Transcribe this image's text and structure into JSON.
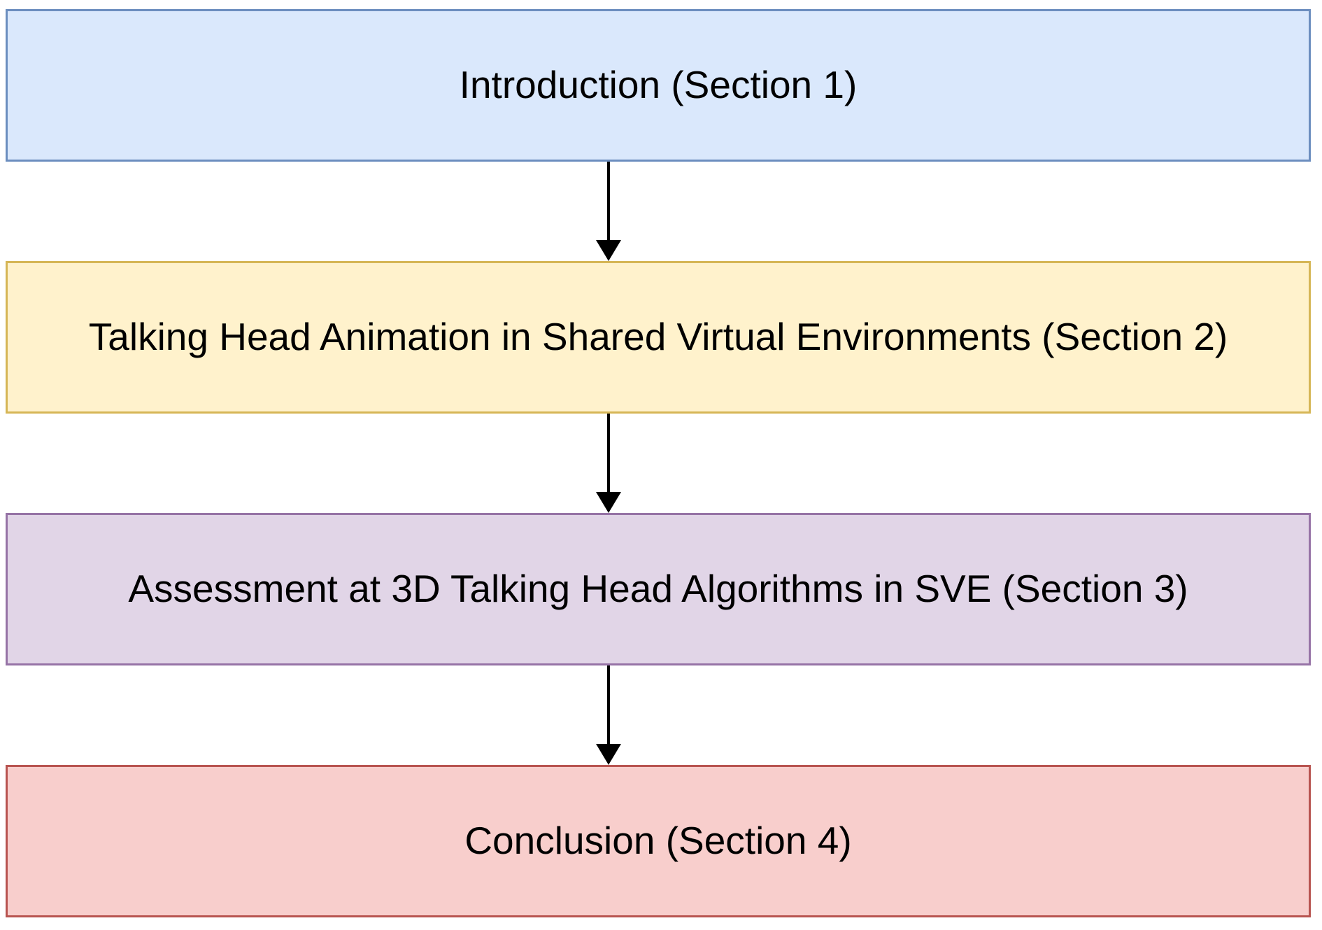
{
  "flowchart": {
    "type": "flowchart",
    "direction": "top-down",
    "background": "#ffffff",
    "text_color": "#000000",
    "arrow_color": "#000000",
    "nodes": [
      {
        "id": "introduction",
        "label": "Introduction (Section 1)",
        "fill": "#dae8fc",
        "border": "#6c8ebf"
      },
      {
        "id": "talking-head-animation",
        "label": "Talking Head Animation in Shared Virtual Environments (Section 2)",
        "fill": "#fff2cc",
        "border": "#d6b656"
      },
      {
        "id": "assessment",
        "label": "Assessment at 3D Talking Head Algorithms in SVE (Section 3)",
        "fill": "#e1d5e7",
        "border": "#9673a6"
      },
      {
        "id": "conclusion",
        "label": "Conclusion (Section 4)",
        "fill": "#f8cecc",
        "border": "#b85450"
      }
    ],
    "edges": [
      {
        "from": "introduction",
        "to": "talking-head-animation",
        "style": "arrow-down"
      },
      {
        "from": "talking-head-animation",
        "to": "assessment",
        "style": "arrow-down"
      },
      {
        "from": "assessment",
        "to": "conclusion",
        "style": "arrow-down"
      }
    ]
  }
}
